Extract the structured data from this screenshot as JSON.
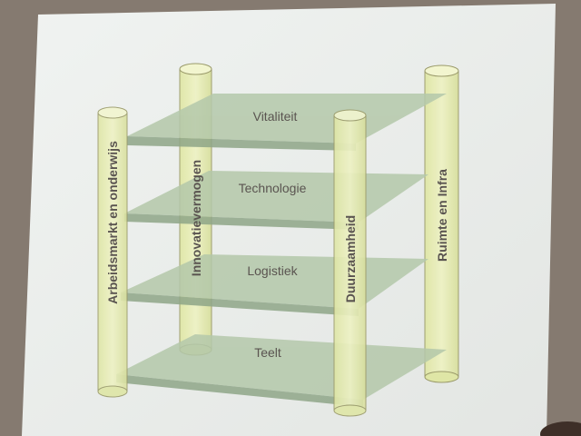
{
  "diagram": {
    "layers": [
      {
        "label": "Vitaliteit"
      },
      {
        "label": "Technologie"
      },
      {
        "label": "Logistiek"
      },
      {
        "label": "Teelt"
      }
    ],
    "pillars": [
      {
        "label": "Arbeidsmarkt en onderwijs"
      },
      {
        "label": "Innovatievermogen"
      },
      {
        "label": "Duurzaamheid"
      },
      {
        "label": "Ruimte en Infra"
      }
    ]
  },
  "colors": {
    "wall": "#857a70",
    "slide": "#eef1ee",
    "plane": "#b4c8aa",
    "plane_edge": "#8fa688",
    "pillar": "#e6ebb0",
    "pillar_stroke": "#9a9a6a",
    "text": "#5a5450"
  }
}
